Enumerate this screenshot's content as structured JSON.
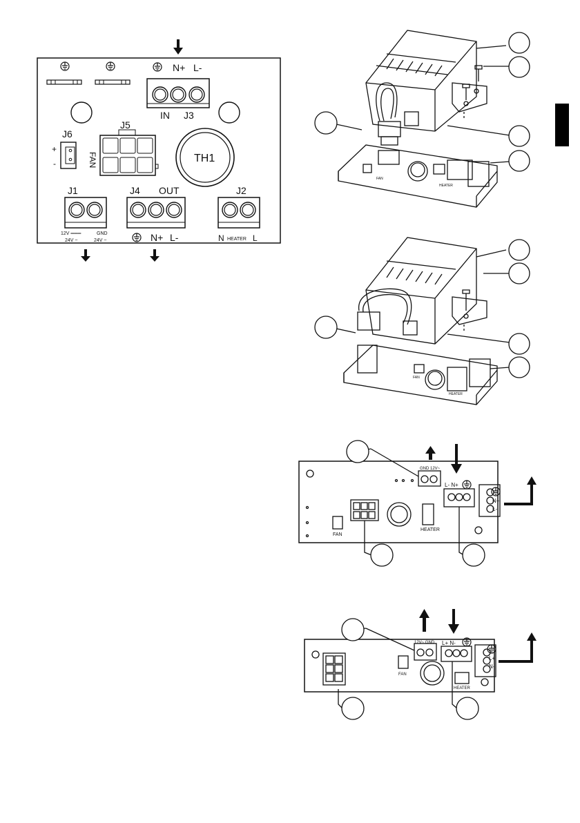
{
  "board_top": {
    "j3": {
      "designator": "J3",
      "in_label": "IN",
      "pin_labels": [
        "N+",
        "L-"
      ]
    },
    "j5": {
      "designator": "J5"
    },
    "j6": {
      "designator": "J6",
      "name": "FAN",
      "plus": "+",
      "minus": "-"
    },
    "th1": {
      "designator": "TH1"
    },
    "j1": {
      "designator": "J1",
      "label_12v": "12V ═══",
      "label_24v_a": "24V ~",
      "label_gnd": "GND",
      "label_24v_b": "24V ~"
    },
    "j4": {
      "designator": "J4",
      "out_label": "OUT",
      "pin_labels": [
        "N+",
        "L-"
      ]
    },
    "j2": {
      "designator": "J2",
      "left": "N",
      "heater": "HEATER",
      "right": "L"
    }
  },
  "pcb_small_labels": {
    "fan": "FAN",
    "heater": "HEATER"
  },
  "board_bottom_a": {
    "out_label": "GND 12V~",
    "in_label": "L-  N+",
    "side_labels": [
      "N+",
      "L-"
    ],
    "fan": "FAN",
    "heater": "HEATER"
  },
  "board_bottom_b": {
    "out_label": "12V~ GND",
    "in_label": "L+  N-",
    "side_labels": [
      "L+",
      "N-"
    ],
    "fan": "FAN",
    "heater": "HEATER"
  },
  "colors": {
    "ink": "#111111",
    "tab": "#000000",
    "paper": "#ffffff"
  }
}
